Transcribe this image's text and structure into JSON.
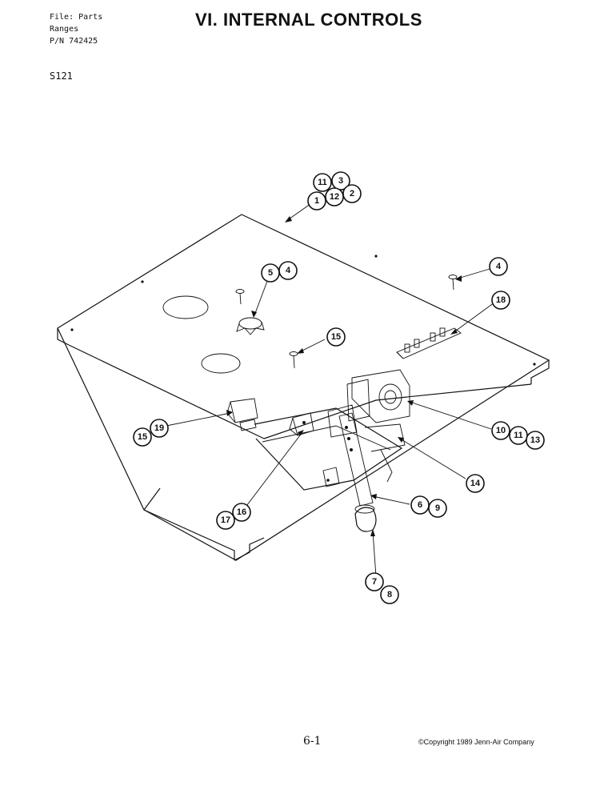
{
  "header": {
    "file_lines": [
      "File: Parts",
      "Ranges",
      "P/N 742425"
    ],
    "model": "S121",
    "title": "VI. INTERNAL CONTROLS"
  },
  "callouts": {
    "top_cluster": [
      "11",
      "3",
      "1",
      "12",
      "2"
    ],
    "left_screw_group": [
      "5",
      "4"
    ],
    "right_screw": "4",
    "terminal_block": "18",
    "center_screw": "15",
    "left_switch": [
      "15",
      "19"
    ],
    "solenoid": [
      "10",
      "11",
      "13"
    ],
    "bracket": "14",
    "small_switch": [
      "17",
      "16"
    ],
    "lever": [
      "6",
      "9"
    ],
    "knob": [
      "7",
      "8"
    ]
  },
  "footer": {
    "page": "6-1",
    "copyright": "©Copyright 1989 Jenn-Air Company"
  }
}
